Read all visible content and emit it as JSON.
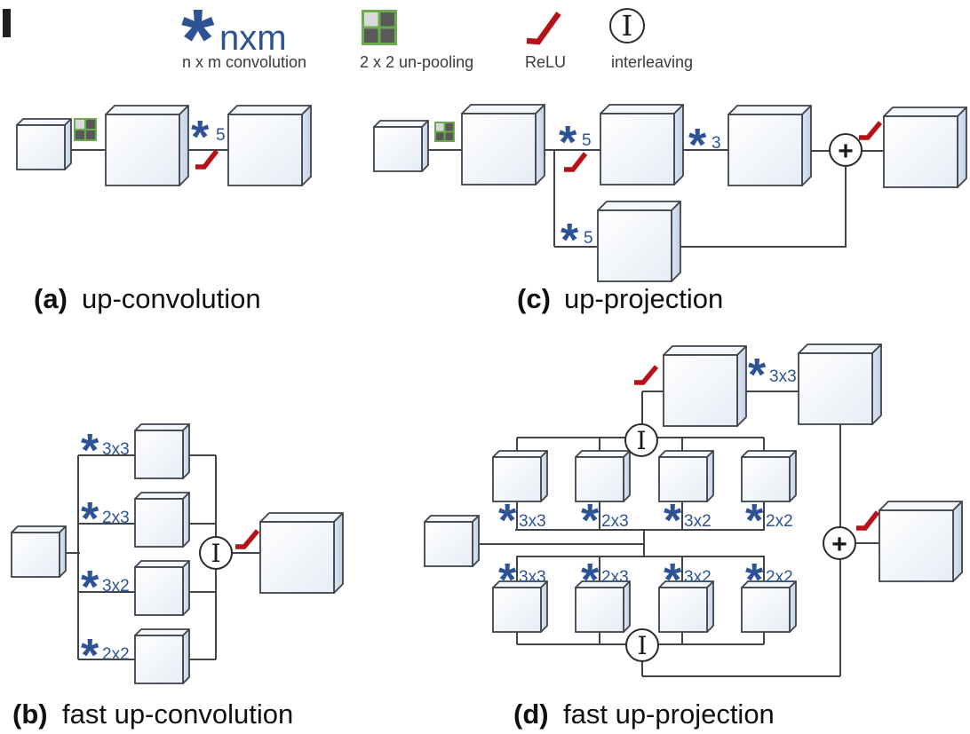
{
  "symbols": {
    "star": "*",
    "interleave": "I",
    "sum": "+"
  },
  "colors": {
    "conv_blue": "#2d5395",
    "relu_red": "#b5121a",
    "unpool_green": "#6aab4d",
    "unpool_cell_light": "#d9d9d9",
    "unpool_cell_dark": "#595959",
    "line": "#3f444b",
    "cube_side": "#c9d6e9",
    "cube_top": "#f3f6fa"
  },
  "legend": {
    "conv": {
      "star": "*",
      "sub": "nxm",
      "label": "n x m convolution"
    },
    "unpool": {
      "label": "2 x 2 un-pooling"
    },
    "relu": {
      "label": "ReLU"
    },
    "interleave": {
      "symbol": "I",
      "label": "interleaving"
    }
  },
  "diagrams": {
    "a": {
      "tag": "(a)",
      "title": "up-convolution",
      "conv": "5"
    },
    "b": {
      "tag": "(b)",
      "title": "fast up-convolution",
      "branches": [
        "3x3",
        "2x3",
        "3x2",
        "2x2"
      ]
    },
    "c": {
      "tag": "(c)",
      "title": "up-projection",
      "conv_main": "5",
      "conv_second": "3",
      "conv_branch": "5"
    },
    "d": {
      "tag": "(d)",
      "title": "fast up-projection",
      "conv_top": "3x3",
      "upper_branches": [
        "3x3",
        "2x3",
        "3x2",
        "2x2"
      ],
      "lower_branches": [
        "3x3",
        "2x3",
        "3x2",
        "2x2"
      ]
    }
  }
}
